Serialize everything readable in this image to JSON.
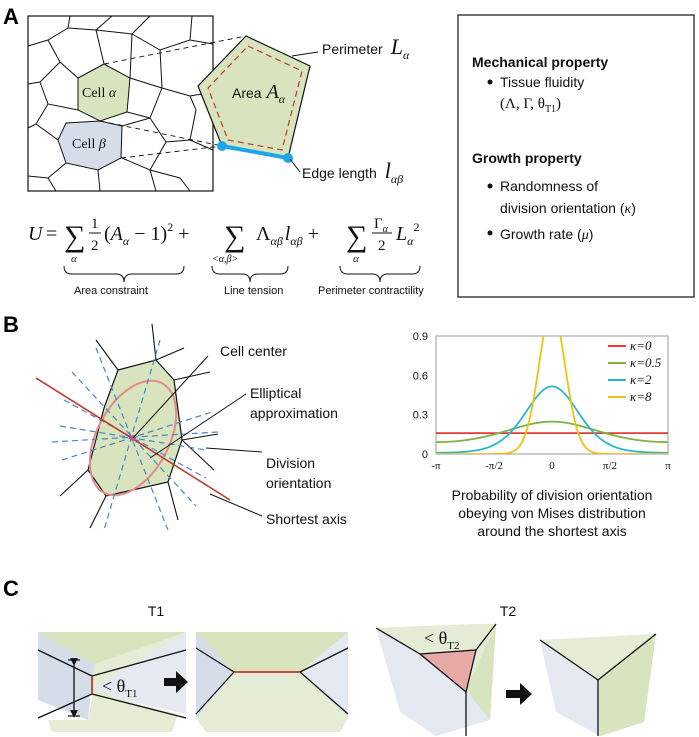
{
  "panels": {
    "a": "A",
    "b": "B",
    "c": "C"
  },
  "panel_a": {
    "cell_alpha": "Cell",
    "cell_alpha_sym": "α",
    "cell_beta": "Cell",
    "cell_beta_sym": "β",
    "area_label": "Area",
    "area_sym": "A",
    "area_sub": "α",
    "perimeter_label": "Perimeter",
    "perimeter_sym": "L",
    "perimeter_sub": "α",
    "edge_label": "Edge length",
    "edge_sym": "l",
    "edge_sub": "αβ",
    "energy_lhs": "U =",
    "energy_term1": "∑ ½(A",
    "energy_term1b": "− 1)",
    "energy_term2": "+ ∑ Λ",
    "energy_term2b": "l",
    "energy_term3": "+ ∑",
    "energy_term3b": "L",
    "sum_index_1": "α",
    "sum_index_2": "<α,β>",
    "sum_index_3": "α",
    "frac_num": "Γ",
    "frac_den": "2",
    "brace_area": "Area constraint",
    "brace_line": "Line tension",
    "brace_perim": "Perimeter contractility",
    "box_title1": "Mechanical property",
    "box_item1": "Tissue fluidity",
    "box_item1_params": "(Λ, Γ, θ",
    "box_item1_sub": "T1",
    "box_item1_close": ")",
    "box_title2": "Growth property",
    "box_item2_line1": "Randomness of",
    "box_item2_line2": "division orientation (",
    "box_item2_sym": "κ",
    "box_item2_close": ")",
    "box_item3": "Growth rate (",
    "box_item3_sym": "μ",
    "box_item3_close": ")"
  },
  "panel_b": {
    "cell_center": "Cell center",
    "ellipse_line1": "Elliptical",
    "ellipse_line2": "approximation",
    "division_line1": "Division",
    "division_line2": "orientation",
    "shortest_axis": "Shortest axis",
    "caption_line1": "Probability of division orientation",
    "caption_line2": "obeying von Mises distribution",
    "caption_line3": "around the shortest axis"
  },
  "chart_data": {
    "type": "line",
    "x_ticks": [
      "-π",
      "-π/2",
      "0",
      "π/2",
      "π"
    ],
    "y_ticks": [
      "0",
      "0.3",
      "0.6",
      "0.9"
    ],
    "xlim": [
      -3.1416,
      3.1416
    ],
    "ylim": [
      0,
      0.9
    ],
    "legend_position": "top-right",
    "series": [
      {
        "name": "κ=0",
        "kappa": 0,
        "color": "#e53935"
      },
      {
        "name": "κ=0.5",
        "kappa": 0.5,
        "color": "#7cb342"
      },
      {
        "name": "κ=2",
        "kappa": 2,
        "color": "#29b6d6"
      },
      {
        "name": "κ=8",
        "kappa": 8,
        "color": "#f4c20d"
      }
    ]
  },
  "panel_c": {
    "t1_title": "T1",
    "t2_title": "T2",
    "t1_threshold": "< θ",
    "t1_threshold_sub": "T1",
    "t2_threshold": "< θ",
    "t2_threshold_sub": "T2"
  },
  "colors": {
    "green_cell": "#d7e4bd",
    "blue_cell": "#d5dde9",
    "edge_blue": "#1ea7e8",
    "perimeter_dash": "#c0392b",
    "red_line": "#c0392b",
    "pale_green": "#e4ecd6",
    "pale_blue": "#e4e8f1",
    "pink": "#e6a9a6"
  }
}
